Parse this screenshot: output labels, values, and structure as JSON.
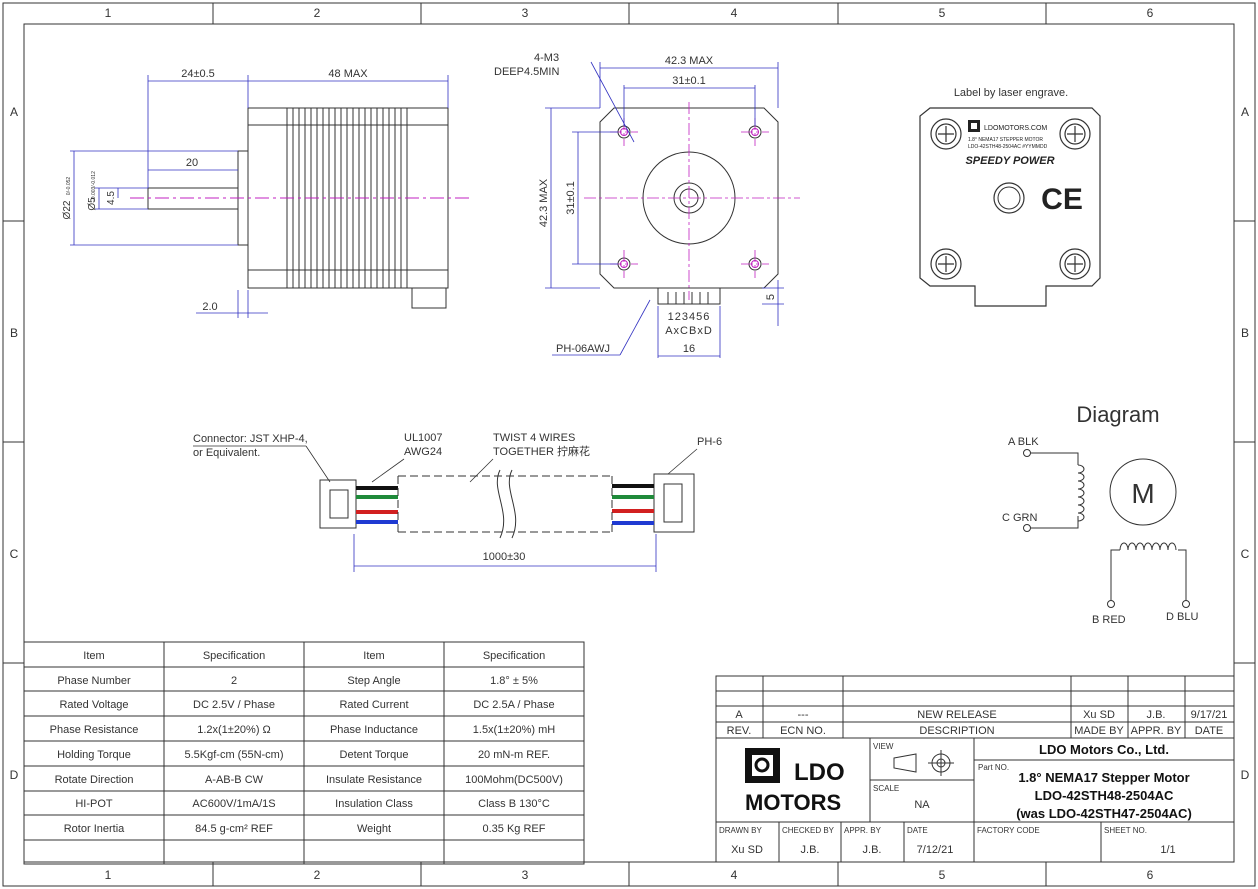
{
  "border": {
    "columns": [
      "1",
      "2",
      "3",
      "4",
      "5",
      "6"
    ],
    "rows": [
      "A",
      "B",
      "C",
      "D"
    ]
  },
  "side_view": {
    "dim_shaft_len": "24±0.5",
    "dim_body_len": "48 MAX",
    "dim_flat_len": "20",
    "dim_boss": "Ø22",
    "dim_boss_tol": "0/-0.052",
    "dim_shaft_dia": "Ø5",
    "dim_shaft_tol": "-0.003/-0.012",
    "dim_flat": "4.5",
    "dim_boss_height": "2.0"
  },
  "front_view": {
    "note_holes_1": "4-M3",
    "note_holes_2": "DEEP4.5MIN",
    "dim_width": "42.3 MAX",
    "dim_hole_pitch": "31±0.1",
    "dim_height": "42.3 MAX",
    "dim_hole_pitch_v": "31±0.1",
    "pins_numbers": "123456",
    "pins_letters": "AxCBxD",
    "connector_label": "PH-06AWJ",
    "dim_connector": "16",
    "dim_offset": "5"
  },
  "label_view": {
    "note": "Label by laser engrave.",
    "brand_url": "LDOMOTORS.COM",
    "line1": "1.8° NEMA17 STEPPER MOTOR",
    "line2": "LDO-42STH48-2504AC  #YYMMDD",
    "slogan": "SPEEDY POWER",
    "ce_mark": "CE"
  },
  "cable": {
    "connector_note_1": "Connector: JST XHP-4,",
    "connector_note_2": "or Equivalent.",
    "wire_note_1": "UL1007",
    "wire_note_2": "AWG24",
    "twist_note_1": "TWIST 4 WIRES",
    "twist_note_2": "TOGETHER 拧麻花",
    "end_connector": "PH-6",
    "length": "1000±30",
    "wire_colors": [
      "#111111",
      "#1f8a3a",
      "#d22020",
      "#1f3ad2"
    ]
  },
  "diagram": {
    "title": "Diagram",
    "a": "A BLK",
    "c": "C GRN",
    "b": "B RED",
    "d": "D BLU",
    "motor": "M"
  },
  "spec_table": {
    "headers": [
      "Item",
      "Specification",
      "Item",
      "Specification"
    ],
    "rows": [
      [
        "Phase Number",
        "2",
        "Step Angle",
        "1.8° ± 5%"
      ],
      [
        "Rated Voltage",
        "DC 2.5V / Phase",
        "Rated Current",
        "DC 2.5A / Phase"
      ],
      [
        "Phase Resistance",
        "1.2x(1±20%) Ω",
        "Phase Inductance",
        "1.5x(1±20%) mH"
      ],
      [
        "Holding Torque",
        "5.5Kgf-cm (55N-cm)",
        "Detent Torque",
        "20 mN-m REF."
      ],
      [
        "Rotate Direction",
        "A-AB-B CW",
        "Insulate Resistance",
        "100Mohm(DC500V)"
      ],
      [
        "HI-POT",
        "AC600V/1mA/1S",
        "Insulation Class",
        "Class B 130°C"
      ],
      [
        "Rotor Inertia",
        "84.5 g-cm² REF",
        "Weight",
        "0.35 Kg REF"
      ],
      [
        "",
        "",
        "",
        ""
      ]
    ]
  },
  "title_block": {
    "revision": {
      "rev": "A",
      "ecn": "---",
      "description": "NEW RELEASE",
      "made_by": "Xu SD",
      "approved_by": "J.B.",
      "date": "9/17/21"
    },
    "headers": {
      "rev": "REV.",
      "ecn": "ECN NO.",
      "description": "DESCRIPTION",
      "made_by": "MADE BY",
      "approved_by": "APPR. BY",
      "date": "DATE"
    },
    "logo_line1": "LDO",
    "logo_line2": "MOTORS",
    "view_label": "VIEW",
    "scale_label": "SCALE",
    "scale_value": "NA",
    "company": "LDO Motors Co., Ltd.",
    "part_no_label": "Part NO.",
    "part_title_1": "1.8° NEMA17 Stepper Motor",
    "part_title_2": "LDO-42STH48-2504AC",
    "part_title_3": "(was LDO-42STH47-2504AC)",
    "drawn_by_label": "DRAWN BY",
    "drawn_by": "Xu SD",
    "checked_by_label": "CHECKED BY",
    "checked_by": "J.B.",
    "approved_by_label": "APPR. BY",
    "approved_by": "J.B.",
    "date_label": "DATE",
    "date": "7/12/21",
    "factory_code_label": "FACTORY CODE",
    "sheet_label": "SHEET NO.",
    "sheet": "1/1"
  }
}
